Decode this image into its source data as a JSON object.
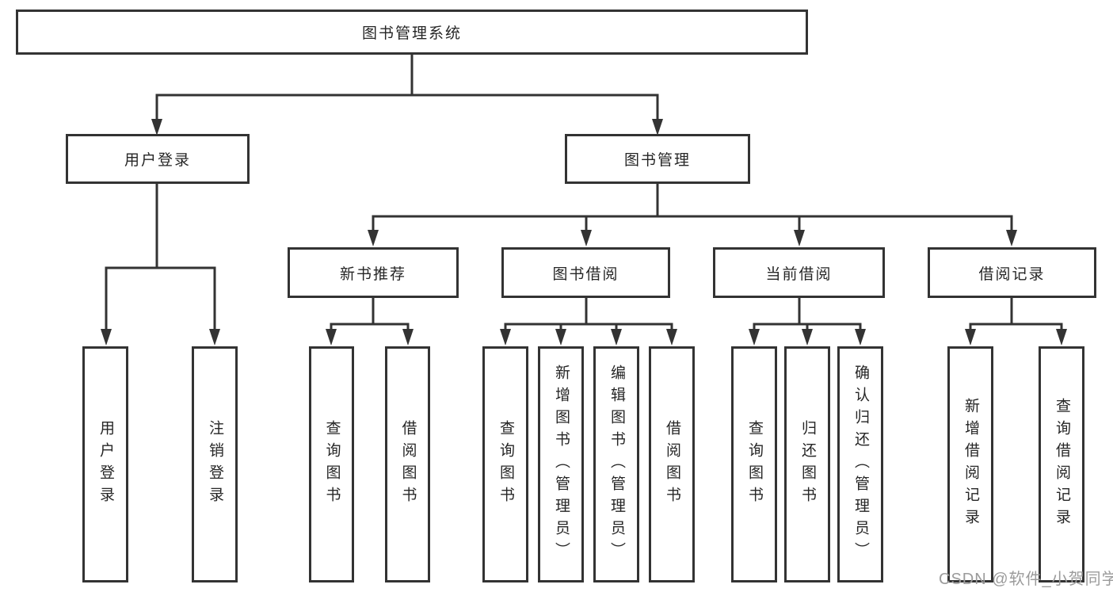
{
  "diagram": {
    "root": {
      "label": "图书管理系统"
    },
    "level2": [
      {
        "label": "用户登录"
      },
      {
        "label": "图书管理"
      }
    ],
    "level3": [
      {
        "label": "新书推荐"
      },
      {
        "label": "图书借阅"
      },
      {
        "label": "当前借阅"
      },
      {
        "label": "借阅记录"
      }
    ],
    "leaves": {
      "user_login": [
        {
          "label": "用户登录"
        },
        {
          "label": "注销登录"
        }
      ],
      "new_book": [
        {
          "label": "查询图书"
        },
        {
          "label": "借阅图书"
        }
      ],
      "book_borrow": [
        {
          "label": "查询图书"
        },
        {
          "label": "新增图书（管理员）"
        },
        {
          "label": "编辑图书（管理员）"
        },
        {
          "label": "借阅图书"
        }
      ],
      "current_borrow": [
        {
          "label": "查询图书"
        },
        {
          "label": "归还图书"
        },
        {
          "label": "确认归还（管理员）"
        }
      ],
      "borrow_record": [
        {
          "label": "新增借阅记录"
        },
        {
          "label": "查询借阅记录"
        }
      ]
    },
    "watermark": "CSDN @软件_小贺同学",
    "colors": {
      "line": "#333333",
      "text": "#262626",
      "watermark": "#9b9b9b",
      "background": "#ffffff"
    }
  }
}
